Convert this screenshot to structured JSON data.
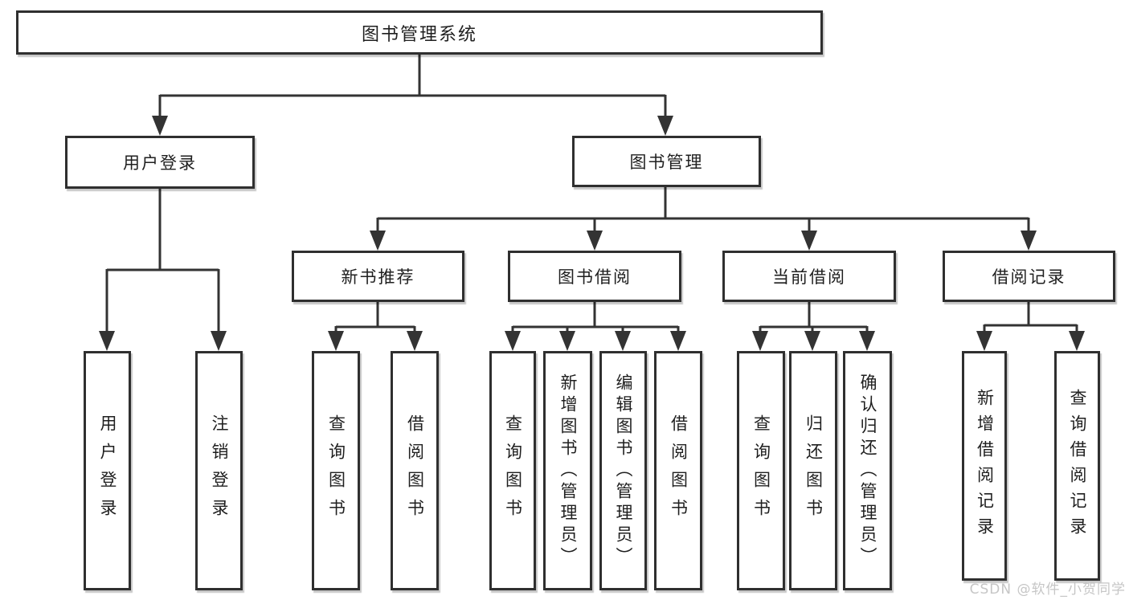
{
  "nodes": {
    "root": "图书管理系统",
    "l2_user_login": "用户登录",
    "l2_book_mgmt": "图书管理",
    "l3_new_book": "新书推荐",
    "l3_book_borrow": "图书借阅",
    "l3_current_borrow": "当前借阅",
    "l3_borrow_record": "借阅记录",
    "l4_user_login": "用户登录",
    "l4_logout_login": "注销登录",
    "l4_nb_query_book": "查询图书",
    "l4_nb_borrow_book": "借阅图书",
    "l4_bb_query_book": "查询图书",
    "l4_bb_add_book": "新增图书（管理员）",
    "l4_bb_edit_book": "编辑图书（管理员）",
    "l4_bb_borrow_book": "借阅图书",
    "l4_cb_query_book": "查询图书",
    "l4_cb_return_book": "归还图书",
    "l4_cb_confirm_return": "确认归还（管理员）",
    "l4_br_add_record": "新增借阅记录",
    "l4_br_query_record": "查询借阅记录"
  },
  "watermark": "CSDN @软件_小贺同学",
  "colors": {
    "line": "#333333",
    "box_border": "#2f2f2f",
    "text": "#1f1f1f",
    "watermark": "#c6c6c6",
    "background": "#ffffff"
  }
}
